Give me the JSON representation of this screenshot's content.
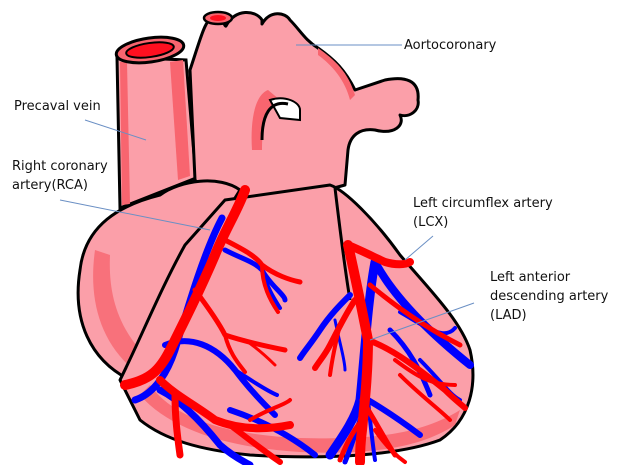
{
  "diagram": {
    "subject": "Human heart with coronary arteries and veins",
    "colors": {
      "background": "#ffffff",
      "heart_fill": "#fb9fa9",
      "heart_shadow": "#f8656f",
      "outline": "#000000",
      "artery": "#ff0000",
      "vein": "#0000ff",
      "leader_line": "#6a8fc4",
      "label_text": "#111111"
    },
    "labels": [
      {
        "id": "aortocoronary",
        "lines": [
          "Aortocoronary"
        ]
      },
      {
        "id": "precaval-vein",
        "lines": [
          "Precaval vein"
        ]
      },
      {
        "id": "rca",
        "lines": [
          "Right coronary",
          "artery(RCA)"
        ]
      },
      {
        "id": "lcx",
        "lines": [
          "Left circumflex artery",
          "(LCX)"
        ]
      },
      {
        "id": "lad",
        "lines": [
          "Left anterior",
          "descending artery",
          "(LAD)"
        ]
      }
    ]
  }
}
